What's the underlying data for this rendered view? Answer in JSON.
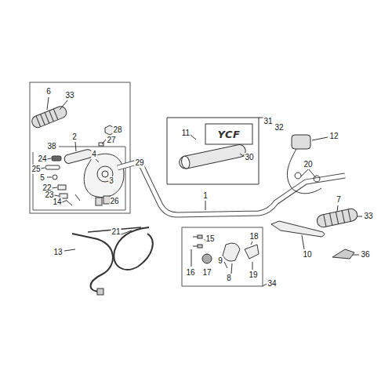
{
  "diagram": {
    "labels": [
      "6",
      "33",
      "38",
      "28",
      "27",
      "29",
      "2",
      "4",
      "24",
      "25",
      "5",
      "22",
      "23",
      "14",
      "3",
      "26",
      "11",
      "YCF",
      "31",
      "32",
      "30",
      "12",
      "1",
      "20",
      "7",
      "33",
      "21",
      "13",
      "15",
      "18",
      "16",
      "17",
      "9",
      "8",
      "19",
      "34",
      "10",
      "36"
    ]
  }
}
